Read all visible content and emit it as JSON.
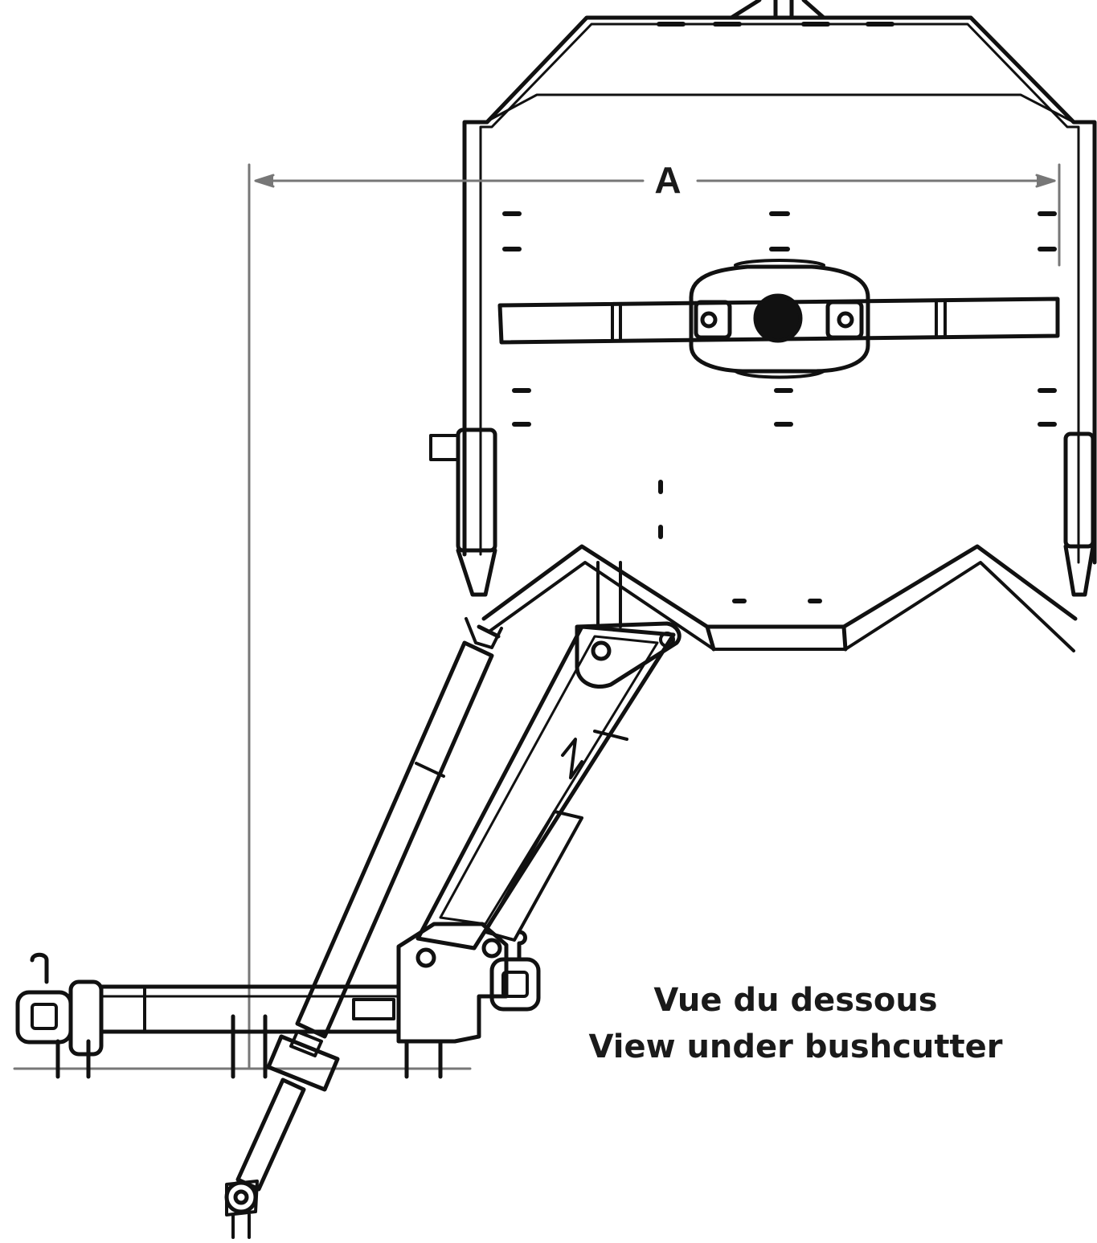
{
  "diagram": {
    "dimension_label": "A",
    "caption_fr": "Vue du dessous",
    "caption_en": "View under bushcutter"
  }
}
